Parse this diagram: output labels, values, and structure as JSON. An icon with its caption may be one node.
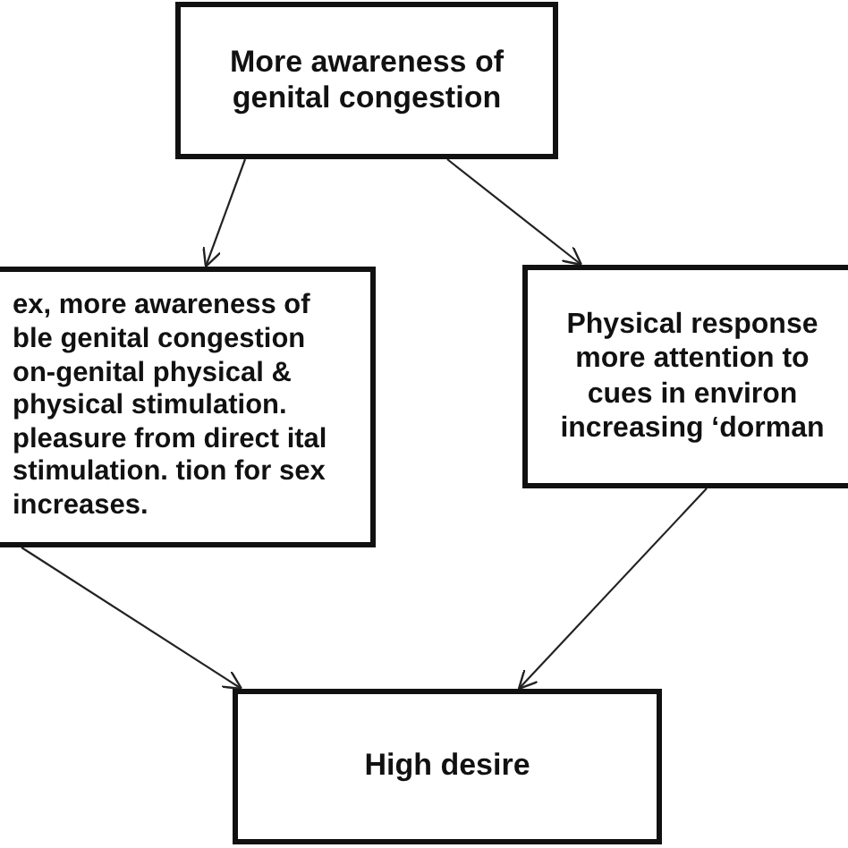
{
  "diagram": {
    "nodes": [
      {
        "text": [
          "More awareness of genital congestion"
        ]
      },
      {
        "text": [
          "ex, more awareness of ble genital congestion on-genital physical & physical stimulation. pleasure from direct ital  stimulation. tion for sex increases."
        ]
      },
      {
        "text": [
          "Physical response more attention to cues in environ increasing ‘dorman"
        ]
      },
      {
        "text": [
          "High desire"
        ]
      }
    ],
    "edges": [
      {
        "from": 0,
        "to": 1,
        "arrow": "to"
      },
      {
        "from": 0,
        "to": 2,
        "arrow": "to"
      },
      {
        "from": 1,
        "to": 3,
        "arrow": "to"
      },
      {
        "from": 2,
        "to": 3,
        "arrow": "to"
      }
    ]
  }
}
